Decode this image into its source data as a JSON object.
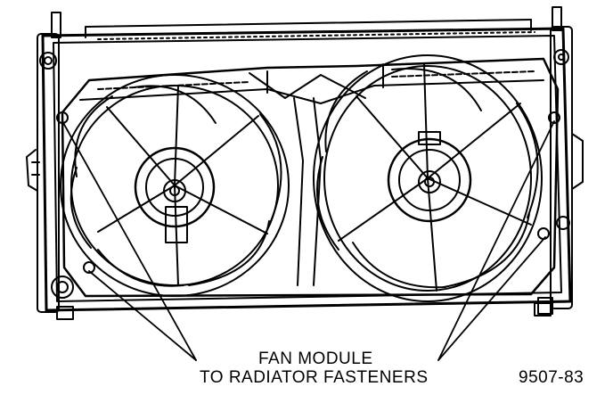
{
  "figure": {
    "callout_line1": "FAN MODULE",
    "callout_line2": "TO RADIATOR FASTENERS",
    "figure_number": "9507-83"
  }
}
